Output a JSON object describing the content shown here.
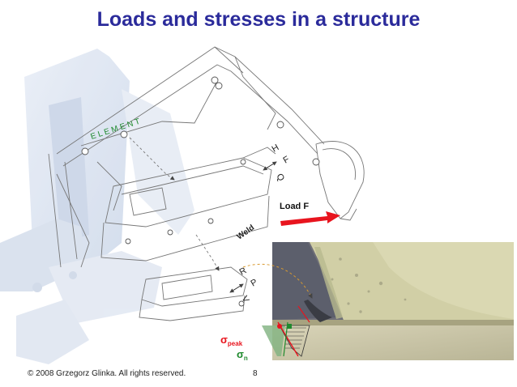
{
  "slide": {
    "title": "Loads and stresses in a structure",
    "footer_copyright": "© 2008 Grzegorz Glinka.  All rights reserved.",
    "page_number": "8"
  },
  "diagram": {
    "element_label": "E L E M E N T",
    "load_label": "Load F",
    "weld_label": "Weld",
    "upper_forces": [
      "H",
      "F",
      "Q"
    ],
    "lower_forces": [
      "R",
      "P",
      "V"
    ],
    "sigma_peak": {
      "symbol": "σ",
      "subscript": "peak"
    },
    "sigma_n": {
      "symbol": "σ",
      "subscript": "n"
    }
  },
  "colors": {
    "title": "#2b2b9b",
    "load_arrow": "#e8141e",
    "sigma_peak": "#e8141e",
    "sigma_n": "#1f8a2e",
    "element_label": "#1f8a2e",
    "background_watermark": "#dfe6f2"
  }
}
